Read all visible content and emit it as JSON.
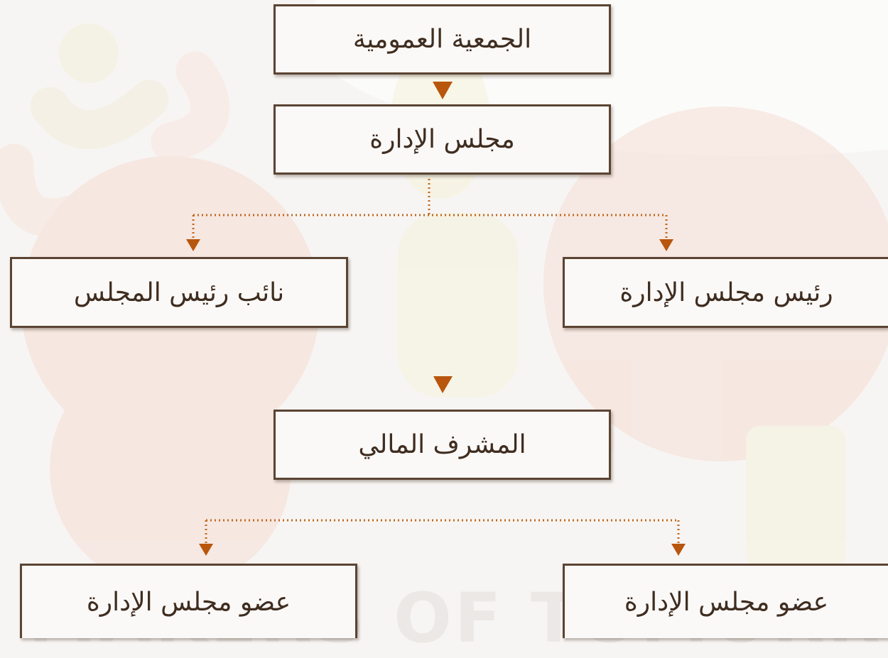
{
  "watermark": {
    "text": "MAKERS OF TOMORROW"
  },
  "nodes": {
    "general_assembly": "الجمعية العمومية",
    "board": "مجلس الإدارة",
    "chairman": "رئيس مجلس الإدارة",
    "vice_chairman": "نائب رئيس المجلس",
    "financial_supervisor": "المشرف المالي",
    "member_right": "عضو مجلس الإدارة",
    "member_left": "عضو مجلس الإدارة"
  },
  "colors": {
    "border": "#5b4433",
    "text": "#3f2d20",
    "arrow": "#b8560e",
    "connector": "#c0691f"
  }
}
